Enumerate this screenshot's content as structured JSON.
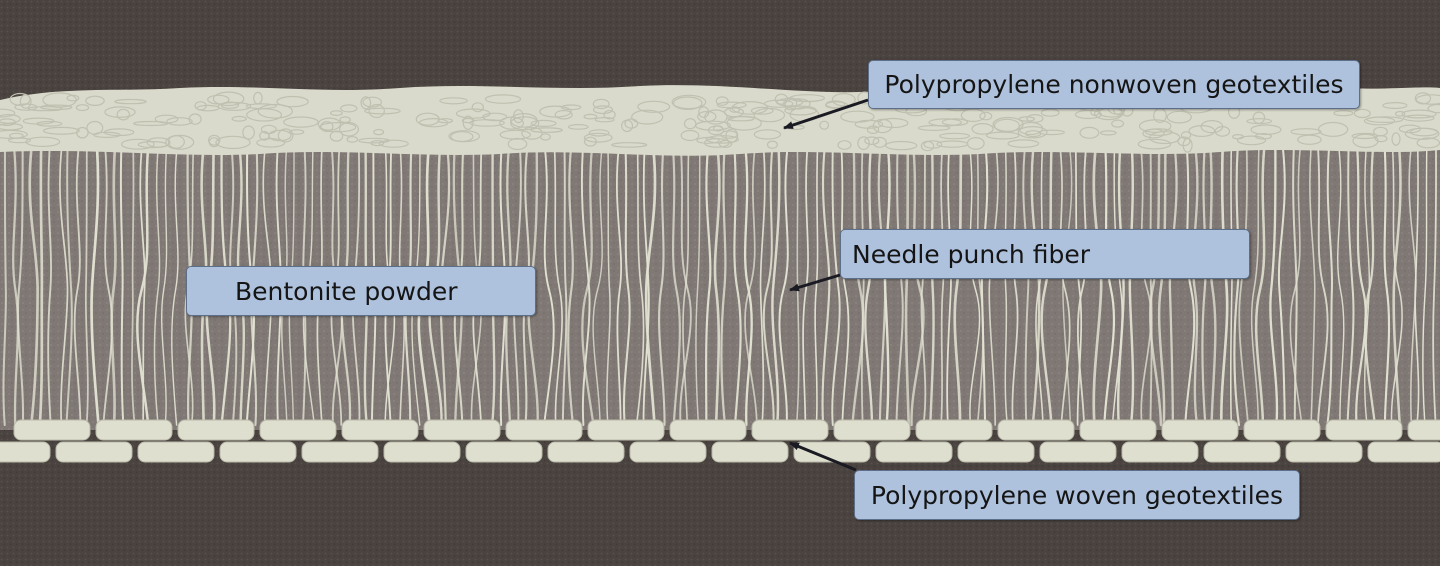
{
  "labels": {
    "nonwoven": "Polypropylene nonwoven geotextiles",
    "needle_fiber": "Needle punch fiber",
    "bentonite": "Bentonite powder",
    "woven": "Polypropylene woven geotextiles"
  },
  "colors": {
    "background_dark": "#4a4340",
    "bentonite_layer": "#7f7875",
    "fiber": "#e2e2d2",
    "callout_fill": "#aec2de",
    "callout_border": "#5d6f88",
    "arrow": "#1a1a22"
  }
}
